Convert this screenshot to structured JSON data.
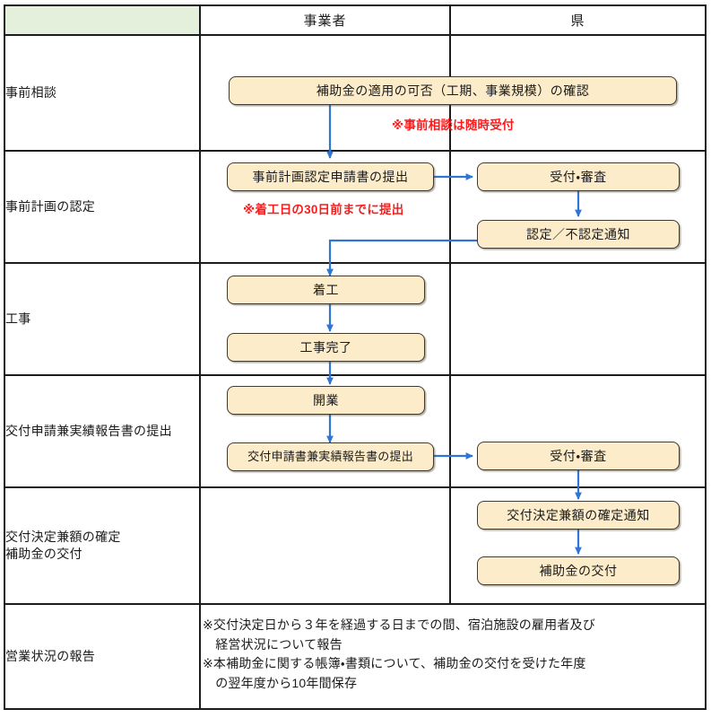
{
  "header": {
    "stage_label": "",
    "columns": [
      "事業者",
      "県"
    ]
  },
  "rows": [
    {
      "stage": "事前相談"
    },
    {
      "stage": "事前計画の認定"
    },
    {
      "stage": "工事"
    },
    {
      "stage": "交付申請兼実績報告書の提出"
    },
    {
      "stage": "交付決定兼額の確定\n補助金の交付"
    },
    {
      "stage": "営業状況の報告"
    }
  ],
  "nodes": {
    "n1": "補助金の適用の可否（工期、事業規模）の確認",
    "n2": "事前計画認定申請書の提出",
    "n3": "受付・審査",
    "n4": "認定／不認定通知",
    "n5": "着工",
    "n6": "工事完了",
    "n7": "開業",
    "n8": "交付申請書兼実績報告書の提出",
    "n9": "受付・審査",
    "n10": "交付決定兼額の確定通知",
    "n11": "補助金の交付"
  },
  "notes": {
    "note1": "※事前相談は随時受付",
    "note2": "※着工日の30日前までに提出"
  },
  "final_note": "※交付決定日から３年を経過する日までの間、宿泊施設の雇用者及び\n　経営状況について報告\n※本補助金に関する帳簿・書類について、補助金の交付を受けた年度\n　の翌年度から10年間保存",
  "colors": {
    "header_green": "#e4efdc",
    "node_fill": "#fcecc9",
    "node_border": "#3f3a33",
    "arrow_blue": "#2e75d4",
    "note_red": "#fb1b1b",
    "table_border": "#1c1c1c"
  }
}
